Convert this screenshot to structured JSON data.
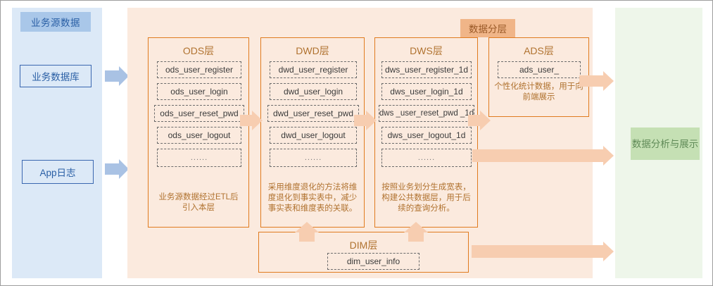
{
  "source_panel": {
    "title": "业务源数据",
    "boxes": [
      {
        "label": "业务数据库"
      },
      {
        "label": "App日志"
      }
    ]
  },
  "warehouse_panel": {
    "title": "数据分层",
    "layers": [
      {
        "id": "ods",
        "name": "ODS层",
        "tables": [
          "ods_user_register",
          "ods_user_login",
          "ods_user_reset_pwd",
          "ods_user_logout",
          "......"
        ],
        "desc": "业务源数据经过ETL后引入本层"
      },
      {
        "id": "dwd",
        "name": "DWD层",
        "tables": [
          "dwd_user_register",
          "dwd_user_login",
          "dwd_user_reset_pwd",
          "dwd_user_logout",
          "......"
        ],
        "desc": "采用维度退化的方法将维度退化到事实表中，减少事实表和维度表的关联。"
      },
      {
        "id": "dws",
        "name": "DWS层",
        "tables": [
          "dws_user_register_1d",
          "dws_user_login_1d",
          "dws _user_reset_pwd _1d",
          "dws_user_logout_1d",
          "......"
        ],
        "desc": "按照业务划分生成宽表，构建公共数据层，用于后续的查询分析。"
      },
      {
        "id": "ads",
        "name": "ADS层",
        "tables": [
          "ads_user_"
        ],
        "desc": "个性化统计数据，用于向前端展示"
      },
      {
        "id": "dim",
        "name": "DIM层",
        "tables": [
          "dim_user_info"
        ],
        "desc": ""
      }
    ]
  },
  "result_panel": {
    "title": "数据分析与\n展示",
    "label": "数据分析与展示"
  },
  "colors": {
    "source_panel_bg": "#dce9f7",
    "source_badge_bg": "#a9c7e9",
    "source_border": "#3a67b0",
    "source_text": "#2a5fa5",
    "warehouse_panel_bg": "#fbeade",
    "warehouse_badge_bg": "#f0b588",
    "layer_border": "#e07b1f",
    "layer_title_text": "#b0722f",
    "table_border": "#6b6b6b",
    "table_text": "#3b3b3b",
    "arrow_blue": "#a9c2e4",
    "arrow_orange": "#f7cdb0",
    "result_panel_bg": "#eef6ea",
    "result_box_bg": "#c5e0b4",
    "result_text": "#5f8a57"
  }
}
